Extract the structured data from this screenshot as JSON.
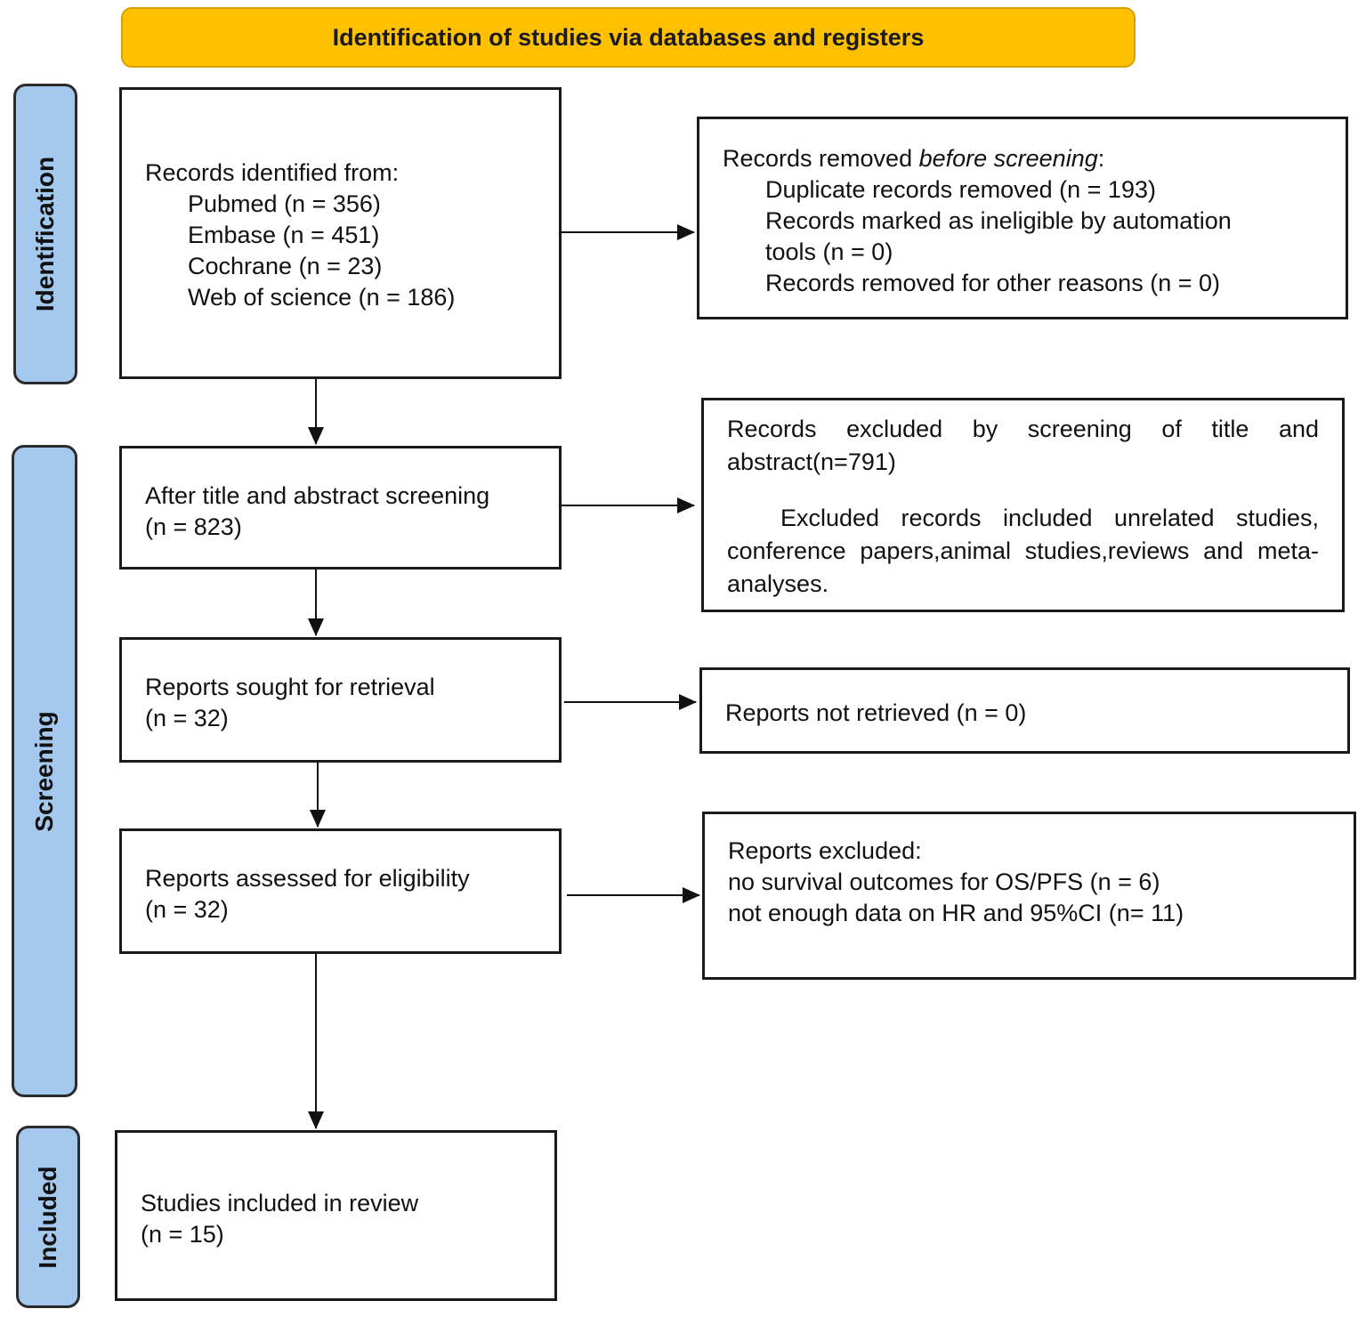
{
  "header": {
    "title": "Identification of studies via databases and registers"
  },
  "phases": {
    "identification": "Identification",
    "screening": "Screening",
    "included": "Included"
  },
  "records_identified": {
    "heading": "Records identified from:",
    "sources": [
      "Pubmed (n = 356)",
      "Embase (n = 451)",
      "Cochrane (n = 23)",
      "Web of science (n = 186)"
    ]
  },
  "records_removed": {
    "heading_prefix": "Records removed ",
    "heading_emphasis": "before screening",
    "heading_suffix": ":",
    "lines": [
      "Duplicate records removed  (n = 193)",
      "Records marked as ineligible by automation",
      "tools (n = 0)",
      "Records removed for other reasons (n = 0)"
    ]
  },
  "after_screening": {
    "line1": "After title and abstract screening",
    "line2": "(n = 823)"
  },
  "records_excluded": {
    "paragraph1": "Records excluded by screening of title and abstract(n=791)",
    "paragraph2": "Excluded records included unrelated studies, conference papers,animal studies,reviews and meta-analyses."
  },
  "reports_sought": {
    "line1": "Reports sought for retrieval",
    "line2": "(n = 32)"
  },
  "reports_not_retrieved": {
    "line1": "Reports not retrieved (n = 0)"
  },
  "reports_assessed": {
    "line1": "Reports assessed for eligibility",
    "line2": "(n = 32)"
  },
  "reports_excluded": {
    "lines": [
      "Reports excluded:",
      "no survival outcomes for OS/PFS (n = 6)",
      "not enough data on HR and 95%CI (n= 11)"
    ]
  },
  "studies_included": {
    "line1": "Studies included in review",
    "line2": "(n = 15)"
  },
  "colors": {
    "banner": "#ffc000",
    "phase": "#a4c8ee",
    "stroke": "#1a1a1a"
  }
}
